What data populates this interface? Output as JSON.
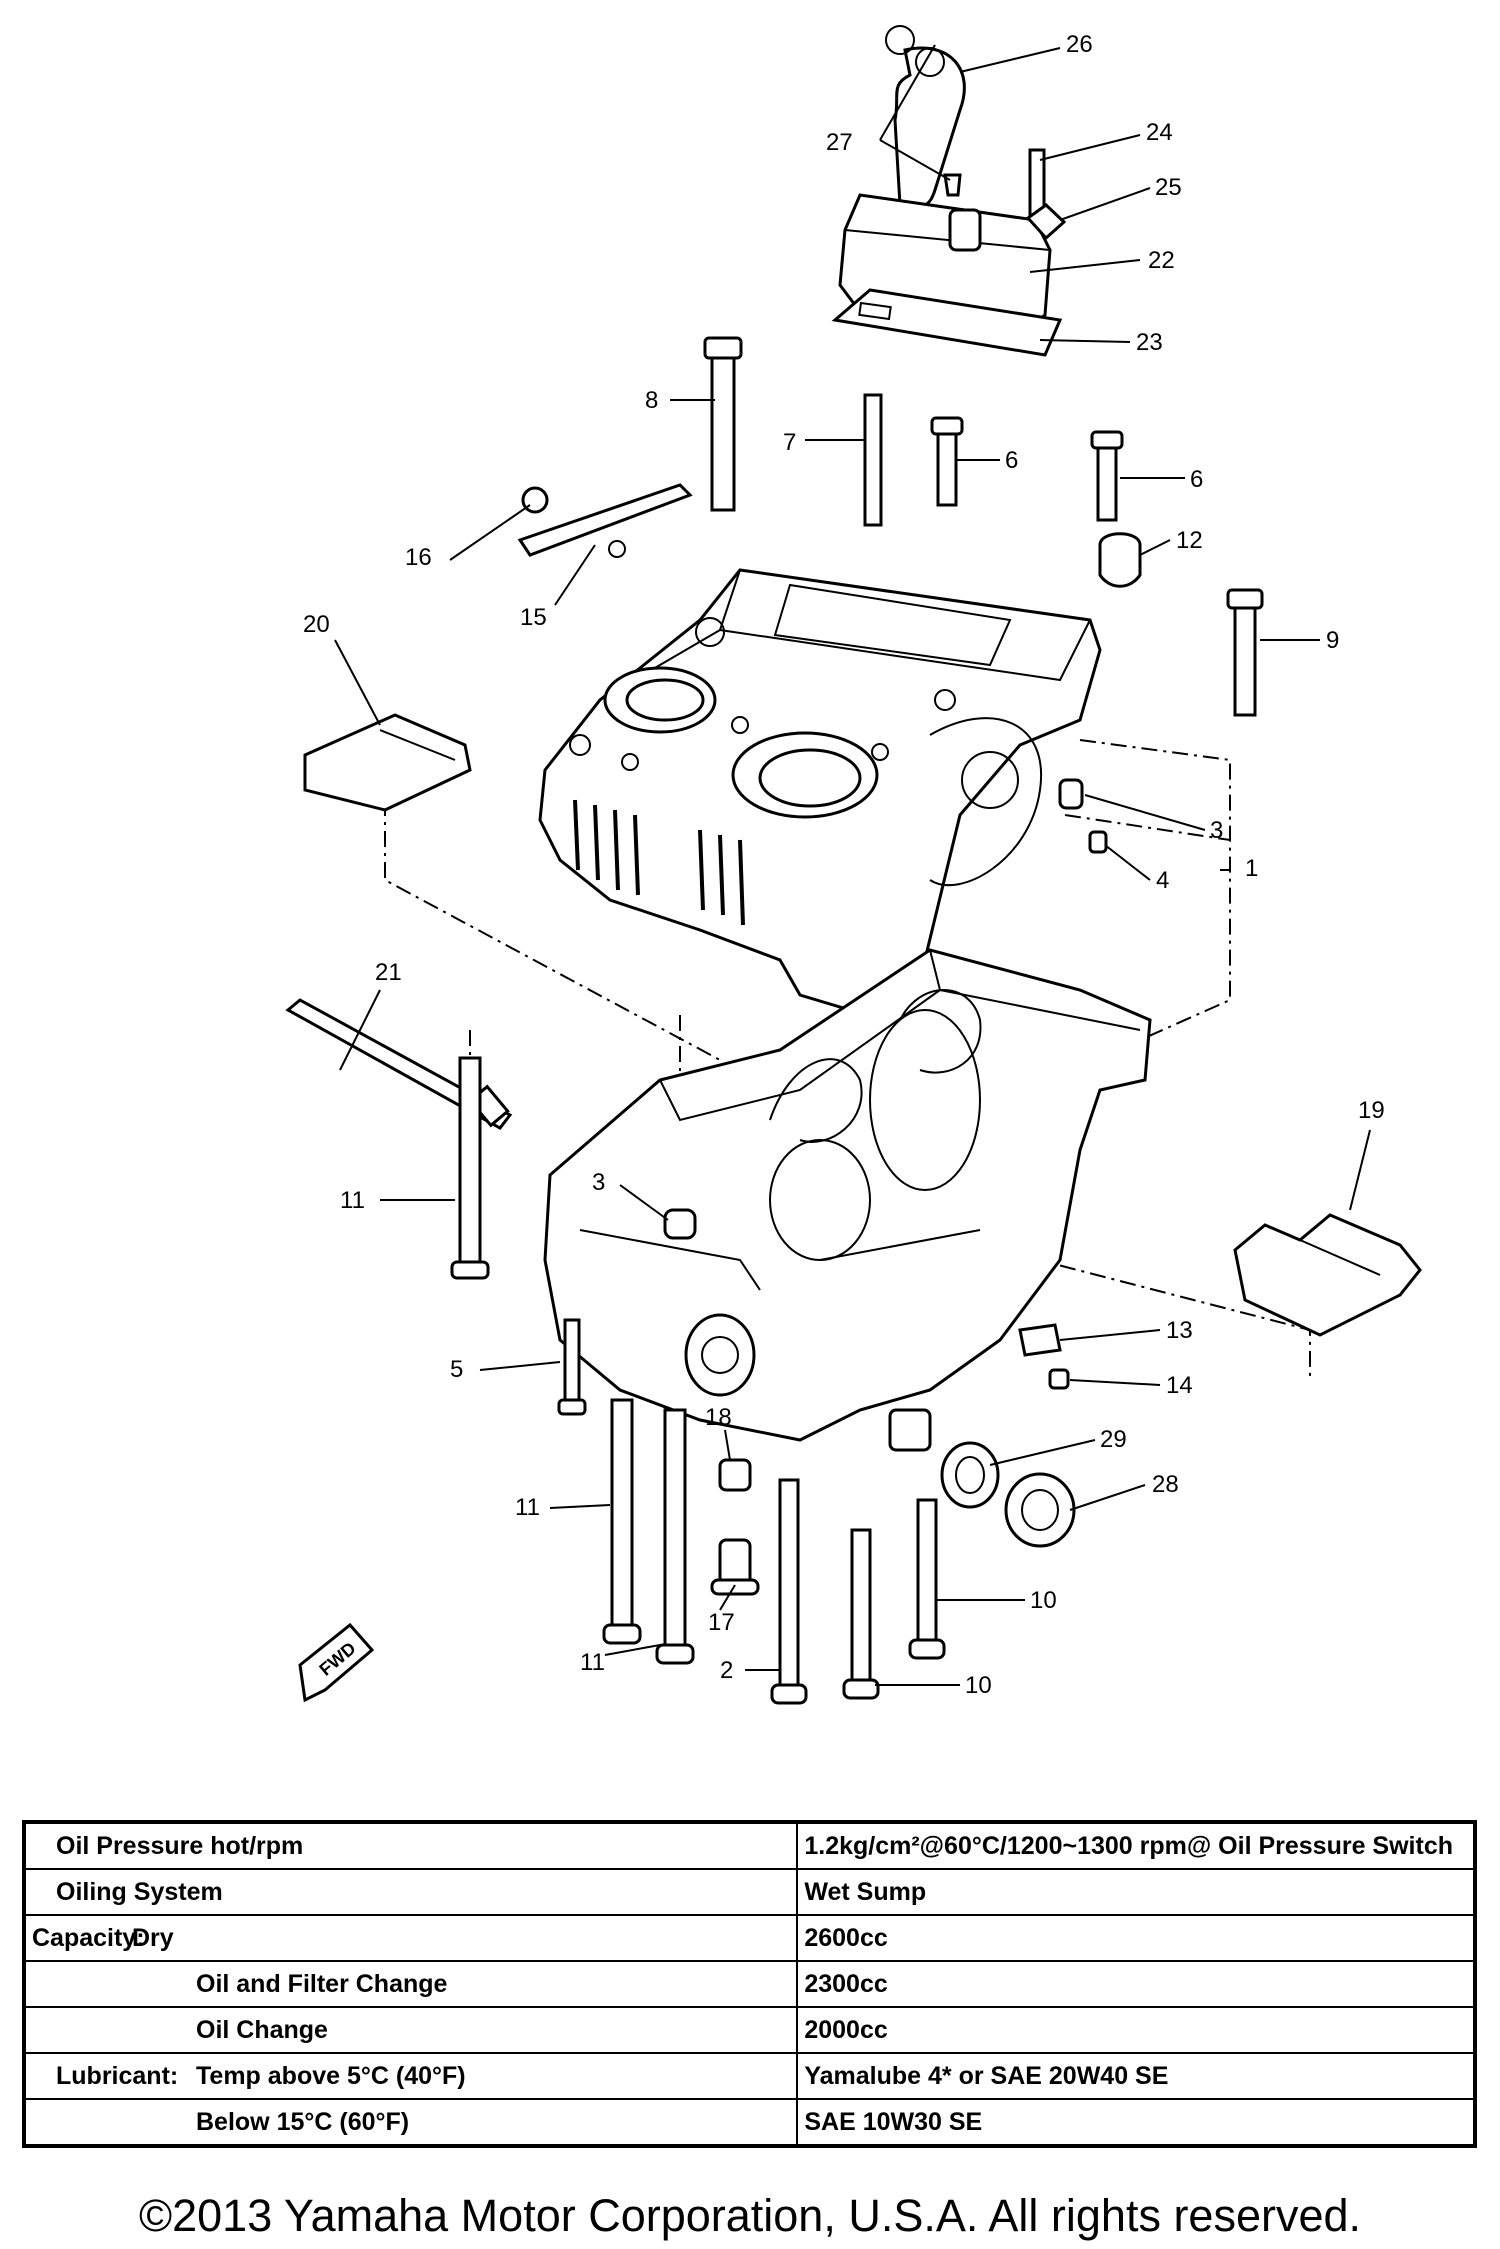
{
  "diagram": {
    "callouts": [
      "26",
      "27",
      "24",
      "25",
      "22",
      "23",
      "8",
      "7",
      "6",
      "6",
      "12",
      "16",
      "15",
      "20",
      "9",
      "3",
      "1",
      "4",
      "21",
      "19",
      "11",
      "3",
      "13",
      "5",
      "14",
      "18",
      "29",
      "28",
      "11",
      "17",
      "10",
      "11",
      "2",
      "10"
    ],
    "fwd_label": "FWD"
  },
  "table": {
    "rows": [
      {
        "a": "Oil Pressure hot/rpm",
        "b": "",
        "value": "1.2kg/cm²@60°C/1200~1300 rpm@ Oil Pressure Switch"
      },
      {
        "a": "Oiling System",
        "b": "",
        "value": "Wet Sump"
      },
      {
        "a": "Capacity:",
        "b": "Dry",
        "value": "2600cc"
      },
      {
        "a": "",
        "b": "Oil and Filter Change",
        "value": "2300cc"
      },
      {
        "a": "",
        "b": "Oil Change",
        "value": "2000cc"
      },
      {
        "a": "Lubricant:",
        "b": "Temp above 5°C (40°F)",
        "value": "Yamalube 4* or SAE 20W40 SE"
      },
      {
        "a": "",
        "b": "Below 15°C (60°F)",
        "value": "SAE 10W30 SE"
      }
    ]
  },
  "copyright": "©2013 Yamaha Motor Corporation, U.S.A. All rights reserved."
}
